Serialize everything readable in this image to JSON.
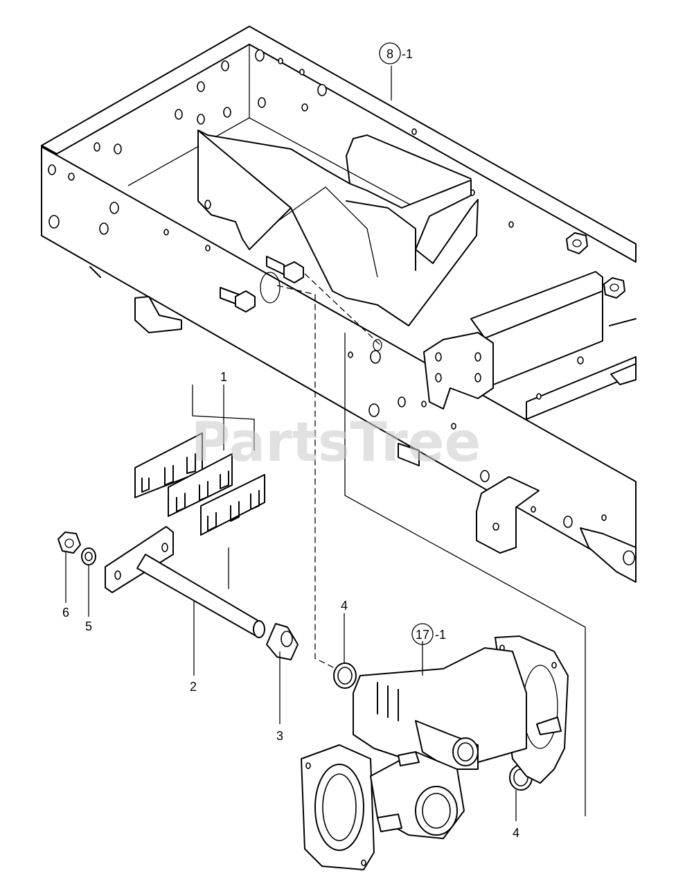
{
  "watermark": "PartsTree",
  "callouts": [
    {
      "id": "c-8-1",
      "label": "8",
      "suffix": "-1"
    },
    {
      "id": "c-17-1",
      "label": "17",
      "suffix": "-1"
    },
    {
      "id": "c-1",
      "label": "1"
    },
    {
      "id": "c-2",
      "label": "2"
    },
    {
      "id": "c-3",
      "label": "3"
    },
    {
      "id": "c-4a",
      "label": "4"
    },
    {
      "id": "c-4b",
      "label": "4"
    },
    {
      "id": "c-5",
      "label": "5"
    },
    {
      "id": "c-6",
      "label": "6"
    }
  ]
}
